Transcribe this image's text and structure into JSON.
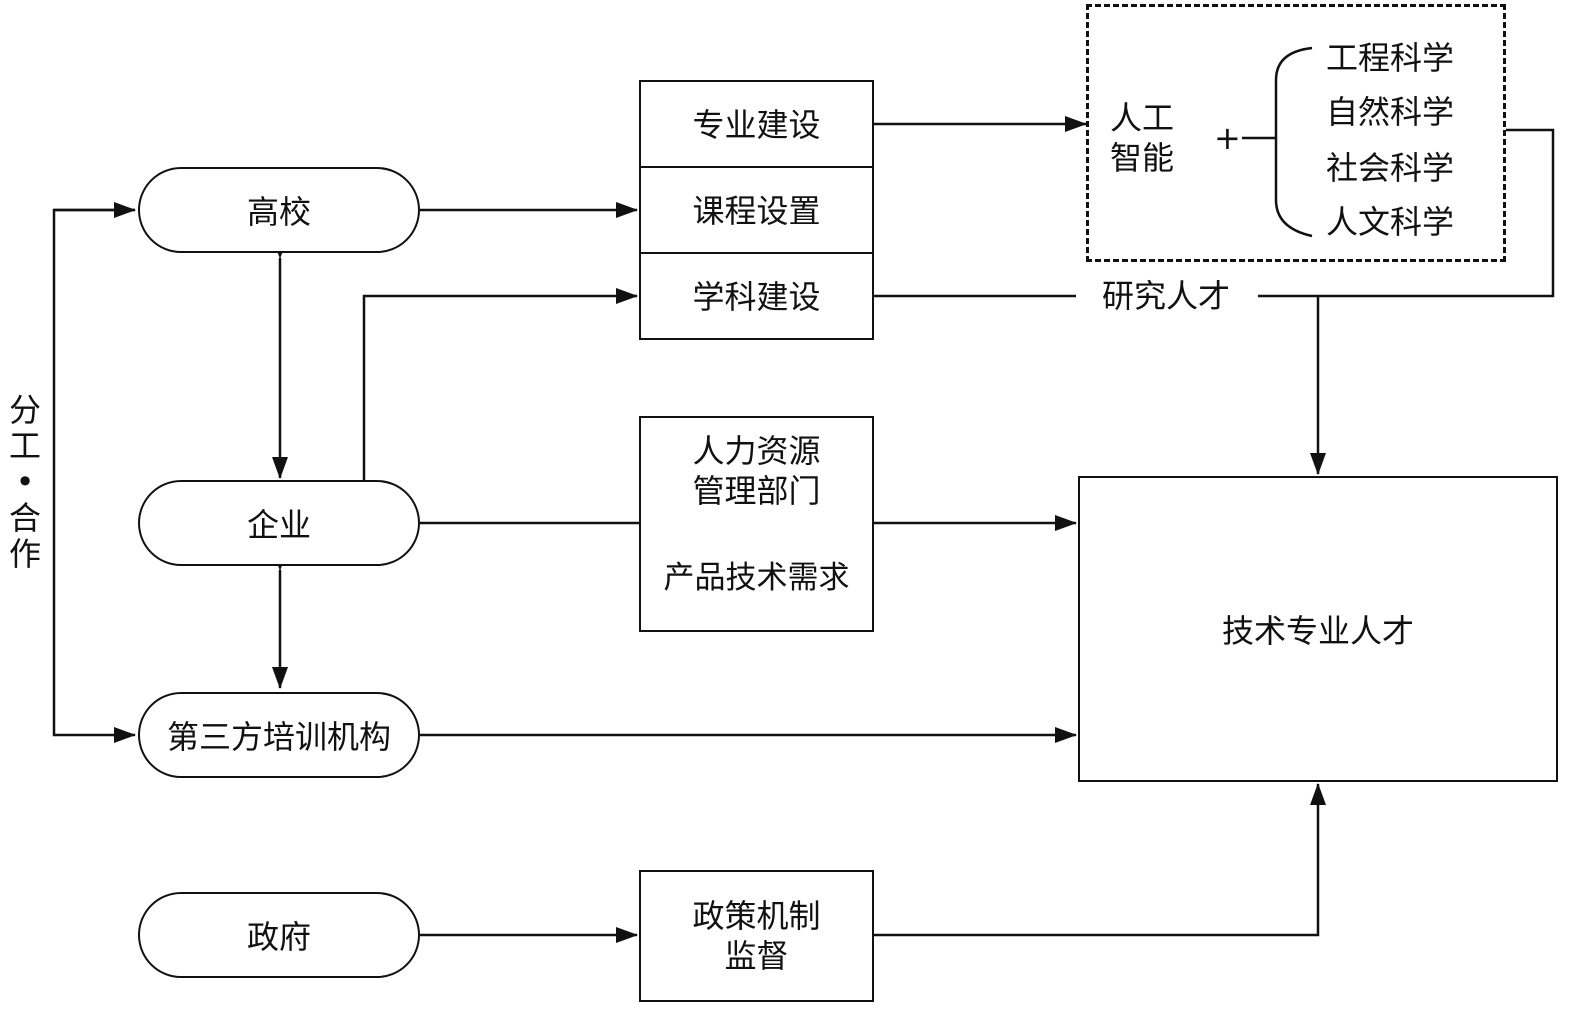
{
  "nodes": {
    "university": "高校",
    "enterprise": "企业",
    "training_org": "第三方培训机构",
    "government": "政府"
  },
  "university_box": [
    "专业建设",
    "课程设置",
    "学科建设"
  ],
  "hr_box": {
    "top": "人力资源\n管理部门",
    "bottom": "产品技术需求"
  },
  "policy_box": "政策机制\n监督",
  "ai": {
    "label": "人工\n智能",
    "plus": "+",
    "sciences": [
      "工程科学",
      "自然科学",
      "社会科学",
      "人文科学"
    ]
  },
  "research_talent": "研究人才",
  "tech_talent": "技术专业人才",
  "side_label": [
    "分",
    "工",
    "•",
    "合",
    "作"
  ]
}
